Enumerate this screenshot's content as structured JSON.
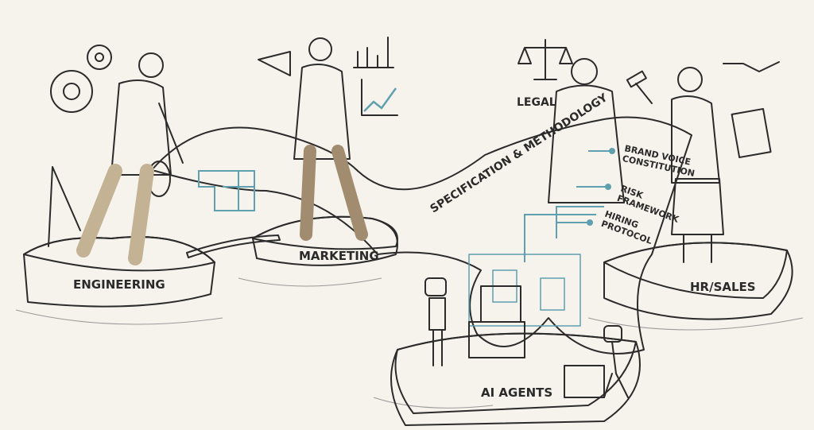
{
  "labels": {
    "engineering": "ENGINEERING",
    "marketing": "MARKETING",
    "legal": "LEGAL",
    "hr_sales": "HR/SALES",
    "ai_agents": "AI AGENTS",
    "scroll_title": "SPECIFICATION & METHODOLOGY",
    "branches": [
      {
        "line1": "BRAND VOICE",
        "line2": "CONSTITUTION"
      },
      {
        "line1": "RISK",
        "line2": "FRAMEWORK"
      },
      {
        "line1": "HIRING",
        "line2": "PROTOCOL"
      }
    ]
  },
  "colors": {
    "background": "#f6f3ec",
    "blueprint": "#cfe6ec",
    "blueprint_line": "#5f9fb0",
    "island": "#e2d6c0",
    "island_side": "#c9b797",
    "suit_tan": "#b6a287",
    "robe": "#3a3636",
    "ink": "#2b2b2b"
  },
  "icons": [
    "gear-icon",
    "compass-icon",
    "megaphone-icon",
    "bar-chart-icon",
    "line-chart-icon",
    "scales-icon",
    "gavel-icon",
    "handshake-icon",
    "clipboard-icon",
    "robot-icon"
  ]
}
